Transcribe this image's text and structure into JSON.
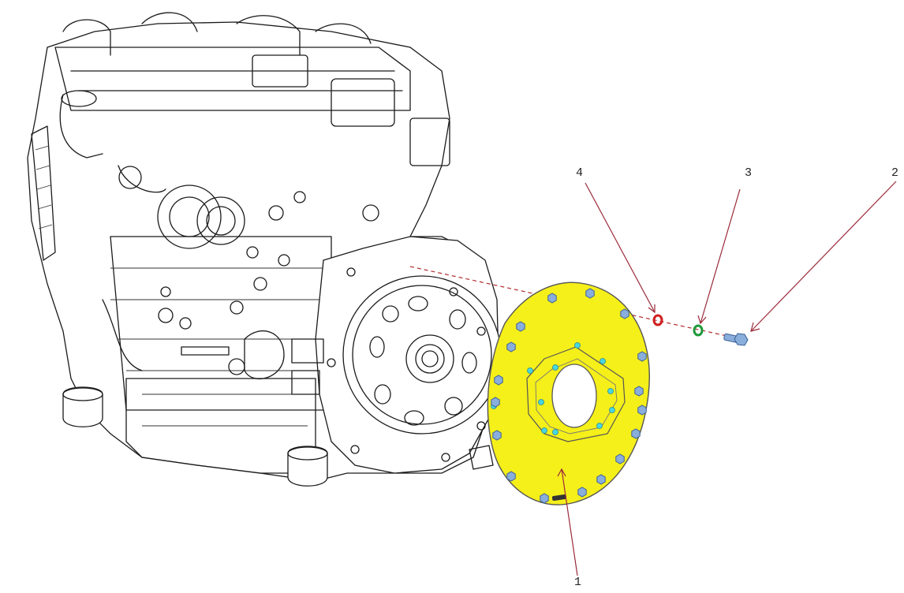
{
  "callouts": [
    {
      "id": "1",
      "label": "1"
    },
    {
      "id": "2",
      "label": "2"
    },
    {
      "id": "3",
      "label": "3"
    },
    {
      "id": "4",
      "label": "4"
    }
  ],
  "colors": {
    "plate": "#f5ef1a",
    "plate_outline": "#555555",
    "bolt": "#8aaedc",
    "bolt_outline": "#3a5f95",
    "plate_holes": "#49d6e0",
    "washer_red": "#d21f1f",
    "washer_green": "#1f9a3a",
    "leader": "#9b2a3a",
    "line_art": "#1a1a1a"
  },
  "parts": {
    "engine": "engine-block-icon",
    "adapter_plate": "adapter-plate-icon",
    "bolt": "bolt-icon",
    "lock_washer": "lock-washer-icon",
    "flat_washer": "flat-washer-icon"
  }
}
